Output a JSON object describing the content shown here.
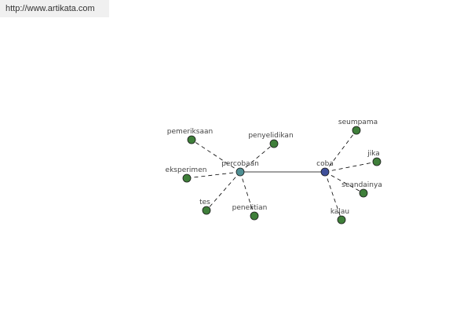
{
  "source": {
    "text": "http://www.artikata.com"
  },
  "graph": {
    "colors": {
      "hub_primary": "#4f8f93",
      "hub_secondary": "#3f4f9a",
      "leaf": "#3f7f3a",
      "edge": "#000000",
      "label": "#444444"
    },
    "nodes": [
      {
        "id": "percobaan",
        "label": "percobaan",
        "type": "hub-primary"
      },
      {
        "id": "coba",
        "label": "coba",
        "type": "hub-secondary"
      },
      {
        "id": "pemeriksaan",
        "label": "pemeriksaan",
        "type": "leaf"
      },
      {
        "id": "penyelidikan",
        "label": "penyelidikan",
        "type": "leaf"
      },
      {
        "id": "eksperimen",
        "label": "eksperimen",
        "type": "leaf"
      },
      {
        "id": "tes",
        "label": "tes",
        "type": "leaf"
      },
      {
        "id": "penelitian",
        "label": "penelitian",
        "type": "leaf"
      },
      {
        "id": "seumpama",
        "label": "seumpama",
        "type": "leaf"
      },
      {
        "id": "jika",
        "label": "jika",
        "type": "leaf"
      },
      {
        "id": "seandainya",
        "label": "seandainya",
        "type": "leaf"
      },
      {
        "id": "kalau",
        "label": "kalau",
        "type": "leaf"
      }
    ],
    "edges": [
      {
        "from": "percobaan",
        "to": "coba",
        "style": "solid"
      },
      {
        "from": "percobaan",
        "to": "pemeriksaan",
        "style": "dashed"
      },
      {
        "from": "percobaan",
        "to": "penyelidikan",
        "style": "dashed"
      },
      {
        "from": "percobaan",
        "to": "eksperimen",
        "style": "dashed"
      },
      {
        "from": "percobaan",
        "to": "tes",
        "style": "dashed"
      },
      {
        "from": "percobaan",
        "to": "penelitian",
        "style": "dashed"
      },
      {
        "from": "coba",
        "to": "seumpama",
        "style": "dashed"
      },
      {
        "from": "coba",
        "to": "jika",
        "style": "dashed"
      },
      {
        "from": "coba",
        "to": "seandainya",
        "style": "dashed"
      },
      {
        "from": "coba",
        "to": "kalau",
        "style": "dashed"
      }
    ]
  }
}
